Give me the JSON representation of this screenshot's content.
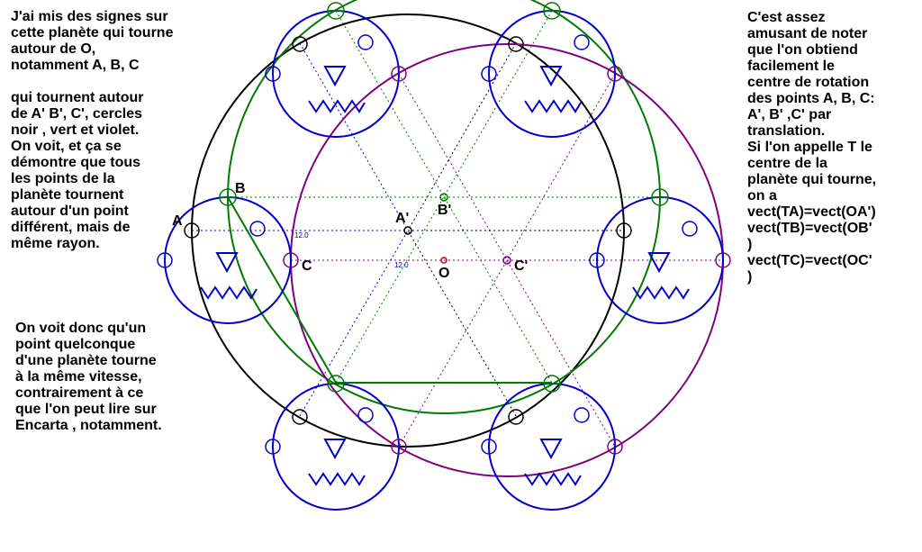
{
  "colors": {
    "blue": "#0000cc",
    "green": "#007a00",
    "violet": "#800080",
    "black": "#000000",
    "red": "#cc0000"
  },
  "text_left_top": "J'ai mis des signes sur\ncette planète qui tourne\nautour de O,\nnotamment A, B, C\n\nqui tournent autour\nde A' B', C', cercles\nnoir , vert et violet.\nOn voit, et ça se\ndémontre que tous\nles points de la\nplanète tournent\nautour d'un point\ndifférent, mais de\nmême rayon.",
  "text_left_bottom": "On voit donc qu'un\npoint quelconque\nd'une planète tourne\nà la même vitesse,\ncontrairement à ce\nque l'on peut lire sur\nEncarta , notamment.",
  "text_right": "C'est assez\namusant de noter\nque l'on obtiend\nfacilement le\ncentre de rotation\ndes points A, B, C:\nA', B' ,C' par\ntranslation.\nSi l'on appelle T le\ncentre de la\nplanète qui tourne,\non a\nvect(TA)=vect(OA')\nvect(TB)=vect(OB'\n)\nvect(TC)=vect(OC'\n)",
  "labels": {
    "A": "A",
    "B": "B",
    "C": "C",
    "A_prime": "A'",
    "B_prime": "B'",
    "C_prime": "C'",
    "O": "O",
    "measure_1": "12.0",
    "measure_2": "12.0"
  }
}
